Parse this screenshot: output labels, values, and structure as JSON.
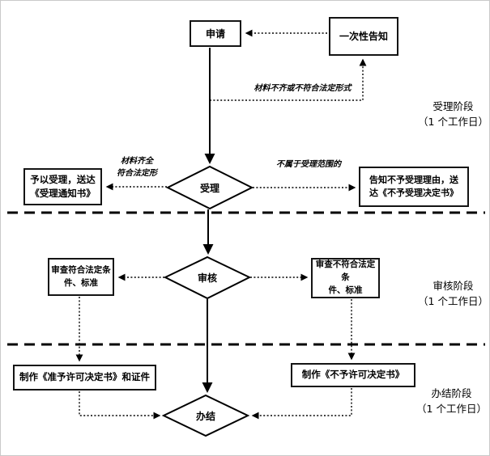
{
  "diagram": {
    "title_hint": "行政许可办理流程图",
    "nodes": {
      "apply": "申请",
      "one_time_notice": "一次性告知",
      "accept": "受理",
      "review": "审核",
      "close": "办结",
      "grant": "予以受理，送达\n《受理通知书》",
      "deny": "告知不予受理理由，送\n达《不予受理决定书》",
      "pass": "审查符合法定条\n件、标准",
      "fail": "审查不符合法定条\n件、标准",
      "make_permit": "制作《准予许可决定书》和证件",
      "make_denial": "制作《不予许可决定书》"
    },
    "edge_labels": {
      "incomplete": "材料不齐或不符合法定形式",
      "complete": "材料齐全\n符合法定形",
      "out_of_scope": "不属于受理范围的"
    },
    "stages": {
      "accept_stage": "受理阶段\n（1 个工作日）",
      "review_stage": "审核阶段\n（1 个工作日）",
      "close_stage": "办结阶段\n（1 个工作日）"
    },
    "colors": {
      "line": "#000000",
      "background": "#ffffff",
      "text": "#000000"
    }
  }
}
